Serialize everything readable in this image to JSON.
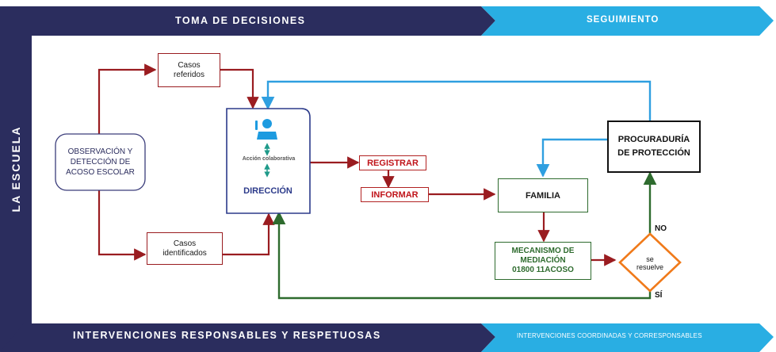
{
  "bands": {
    "top_left": "TOMA DE DECISIONES",
    "top_right": "SEGUIMIENTO",
    "side": "LA ESCUELA",
    "bottom_left": "INTERVENCIONES RESPONSABLES Y RESPETUOSAS",
    "bottom_right": "INTERVENCIONES COORDINADAS Y CORRESPONSABLES"
  },
  "nodes": {
    "observacion": "OBSERVACIÓN Y DETECCIÓN DE ACOSO ESCOLAR",
    "casos_referidos": "Casos referidos",
    "casos_identificados": "Casos identificados",
    "accion": "Acción colaborativa",
    "direccion": "DIRECCIÓN",
    "registrar": "REGISTRAR",
    "informar": "INFORMAR",
    "familia": "FAMILIA",
    "mecanismo": "MECANISMO DE MEDIACIÓN",
    "mecanismo_phone": "01800 11ACOSO",
    "procuraduria": "PROCURADURÍA DE PROTECCIÓN",
    "decision": "se resuelve",
    "no": "NO",
    "si": "SÍ"
  },
  "colors": {
    "navy": "#2b2d5e",
    "cyan": "#29aee3",
    "dark_red": "#9a1c20",
    "green": "#2e6b2e",
    "blue_arrow": "#2f9fe0",
    "orange": "#f07a1a"
  }
}
